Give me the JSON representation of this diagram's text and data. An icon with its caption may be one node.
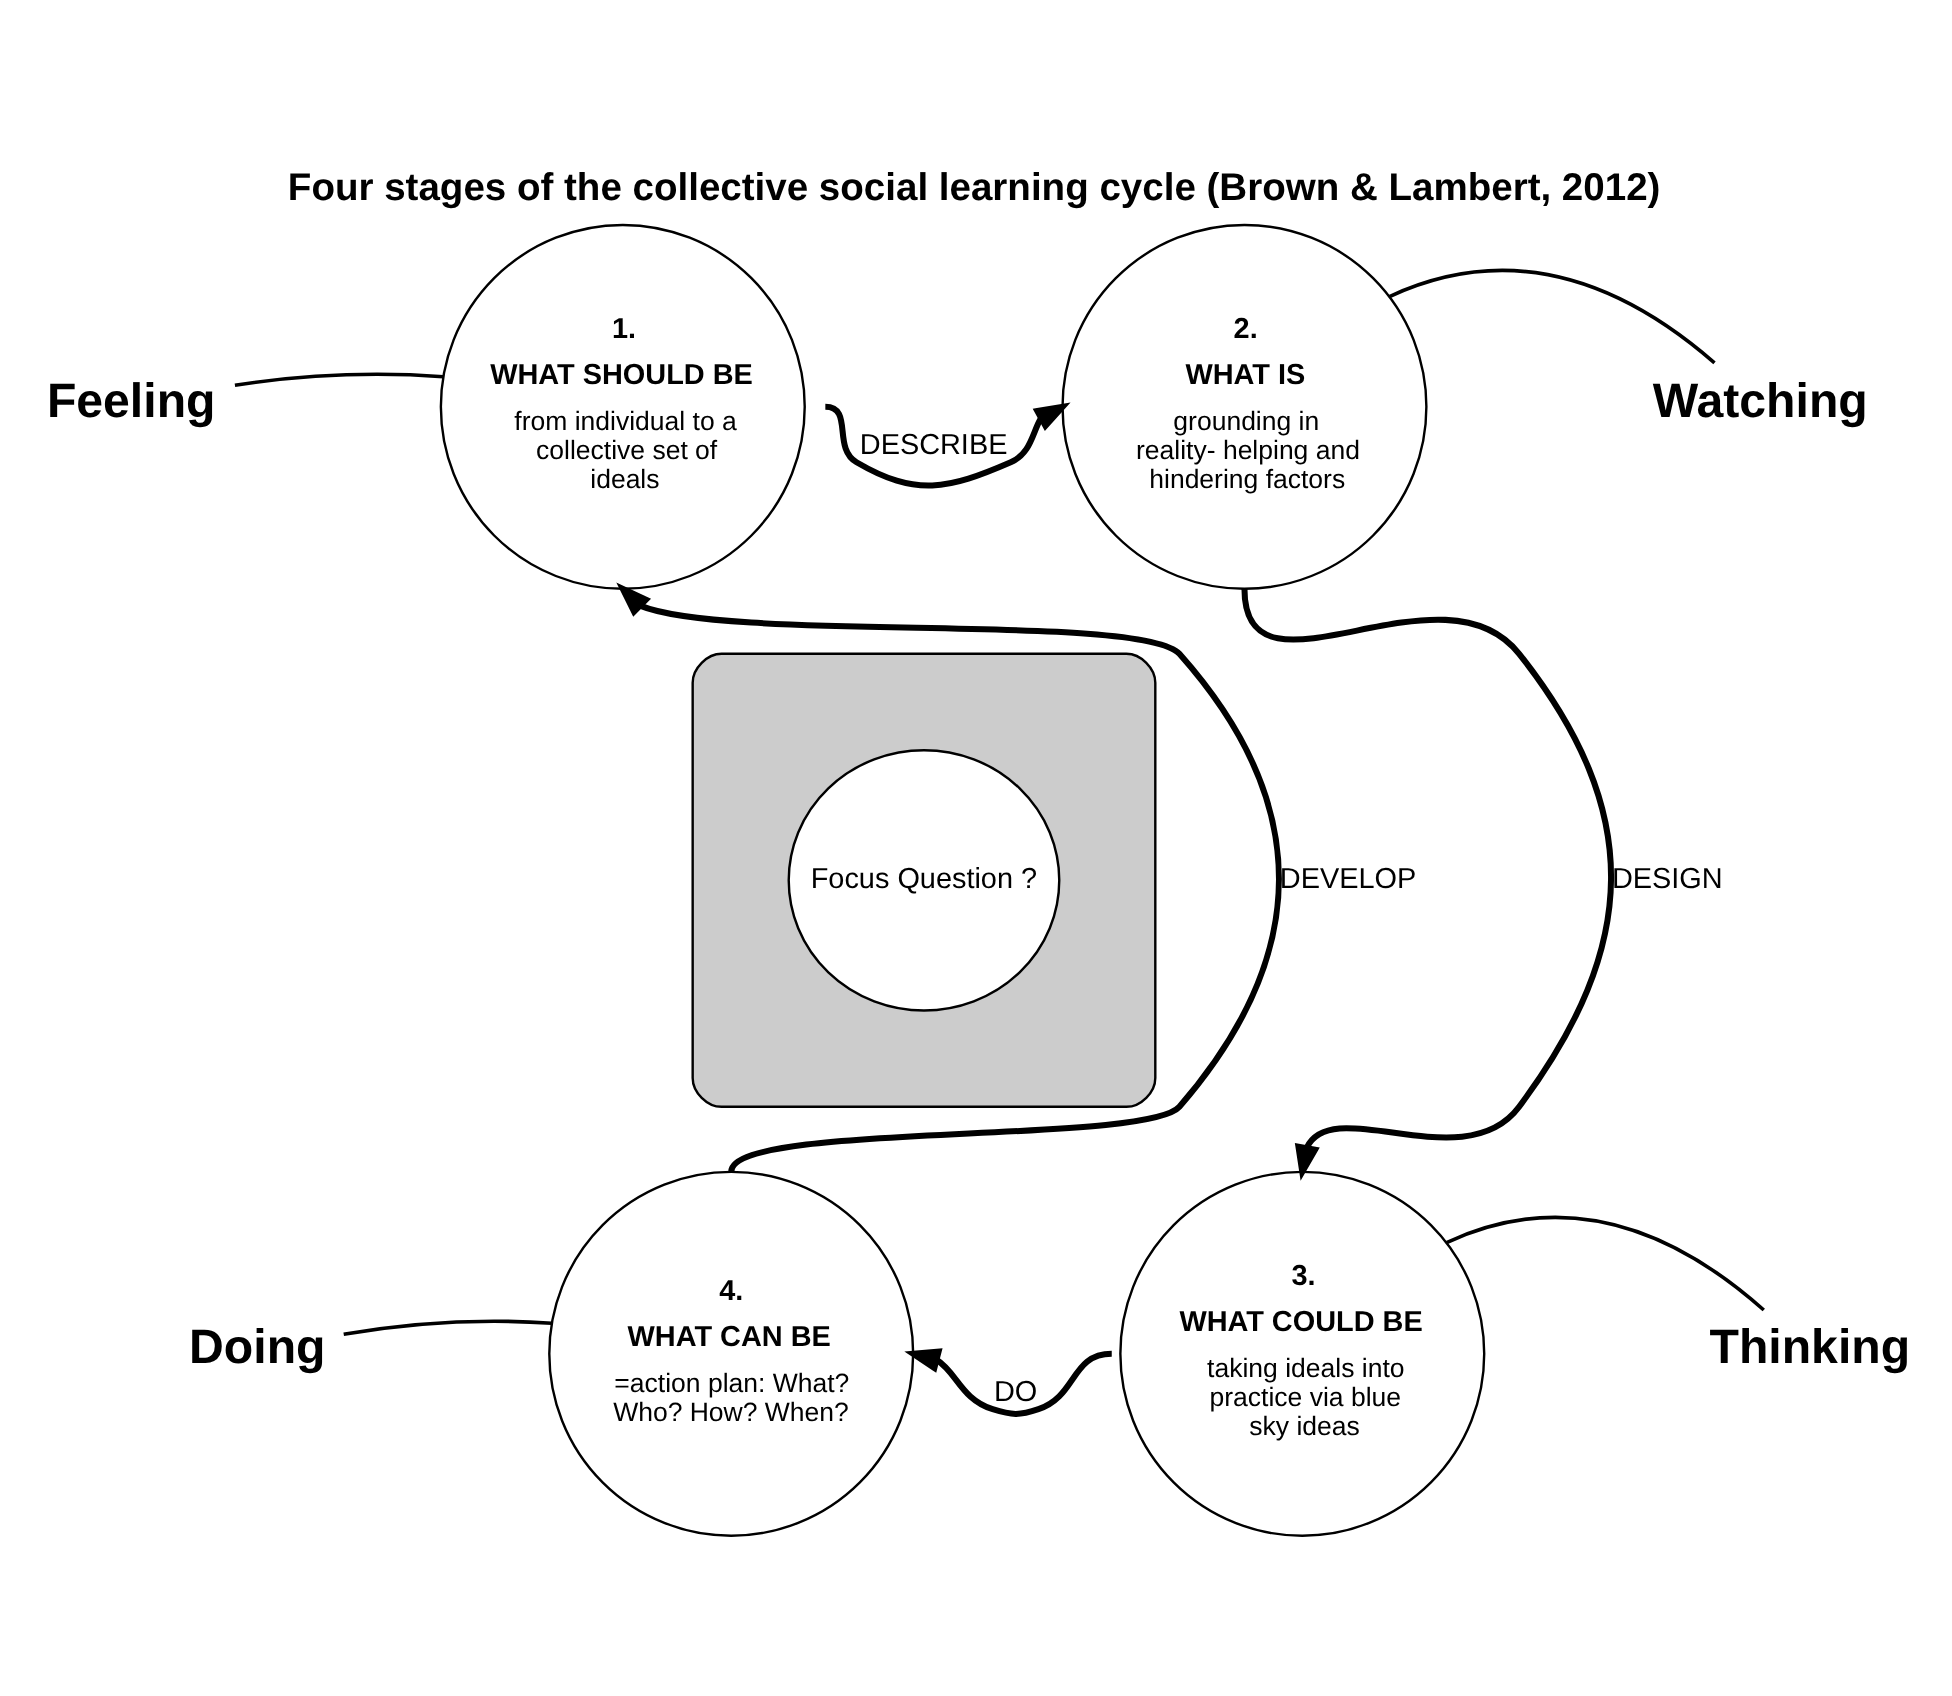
{
  "diagram": {
    "title": "Four stages of the collective social learning cycle (Brown & Lambert, 2012)",
    "nodes": [
      {
        "text": [],
        "shape": "ellipse"
      },
      {
        "text": [
          "Feeling"
        ]
      },
      {
        "text": [
          "1.",
          "WHAT SHOULD BE",
          "from individual to a collective set of ideals"
        ]
      },
      {
        "text": [
          "2.",
          "WHAT IS",
          "grounding in reality- helping and hindering factors"
        ]
      },
      {
        "text": [
          "Watching"
        ]
      },
      {
        "text": [
          "Focus Question ?"
        ],
        "in": 0
      },
      {
        "text": [
          "4.",
          "WHAT CAN BE",
          "=action plan: What? Who? How? When?"
        ]
      },
      {
        "text": [
          "3.",
          "WHAT COULD BE",
          "taking ideals into practice via blue sky ideas"
        ]
      },
      {
        "text": [
          "Doing"
        ]
      },
      {
        "text": [
          "Thinking"
        ]
      }
    ],
    "edges": [
      {
        "from": 2,
        "to": 3,
        "arrow": "to",
        "label": "DESCRIBE"
      },
      {
        "from": 3,
        "to": 7,
        "arrow": "to",
        "label": "DESIGN"
      },
      {
        "from": 7,
        "to": 6,
        "arrow": "to",
        "label": "DO"
      },
      {
        "from": 6,
        "to": 2,
        "arrow": "to",
        "label": "DEVELOP"
      },
      {
        "from": 1,
        "to": 2,
        "arrow": "none"
      },
      {
        "from": 4,
        "to": 3,
        "arrow": "none"
      },
      {
        "from": 8,
        "to": 6,
        "arrow": "none"
      },
      {
        "from": 9,
        "to": 7,
        "arrow": "none"
      }
    ]
  }
}
